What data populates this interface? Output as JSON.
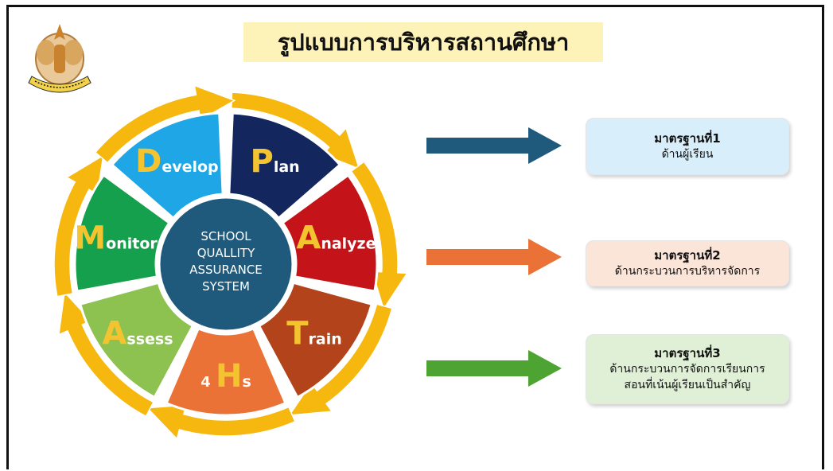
{
  "title": "รูปแบบการบริหารสถานศึกษา",
  "wheel": {
    "center_lines": [
      "SCHOOL",
      "QUALLITY",
      "ASSURANCE",
      "SYSTEM"
    ],
    "segments": [
      {
        "key": "plan",
        "initial": "P",
        "rest": "lan",
        "color": "#14265e"
      },
      {
        "key": "analyze",
        "initial": "A",
        "rest": "nalyze",
        "color": "#c51419"
      },
      {
        "key": "train",
        "initial": "T",
        "rest": "rain",
        "color": "#b2431a"
      },
      {
        "key": "4hs",
        "prefix": "4 ",
        "initial": "H",
        "rest": "s",
        "color": "#ea7236"
      },
      {
        "key": "assess",
        "initial": "A",
        "rest": "ssess",
        "color": "#8dc250"
      },
      {
        "key": "monitor",
        "initial": "M",
        "rest": "onitor",
        "color": "#14a04c"
      },
      {
        "key": "develop",
        "initial": "D",
        "rest": "evelop",
        "color": "#1ea6e6"
      }
    ],
    "colors": {
      "initial": "#f4c430",
      "ring": "#f6b70e",
      "center": "#1f5a7c"
    }
  },
  "standards": [
    {
      "title": "มาตรฐานที่1",
      "lines": [
        "ด้านผู้เรียน"
      ],
      "bg": "#d9eefb",
      "arrow": "#1f5a7c"
    },
    {
      "title": "มาตรฐานที่2",
      "lines": [
        "ด้านกระบวนการบริหารจัดการ"
      ],
      "bg": "#fbe4d8",
      "arrow": "#ea7236"
    },
    {
      "title": "มาตรฐานที่3",
      "lines": [
        "ด้านกระบวนการจัดการเรียนการ",
        "สอนที่เน้นผู้เรียนเป็นสำคัญ"
      ],
      "bg": "#dff0d6",
      "arrow": "#4ea432"
    }
  ]
}
